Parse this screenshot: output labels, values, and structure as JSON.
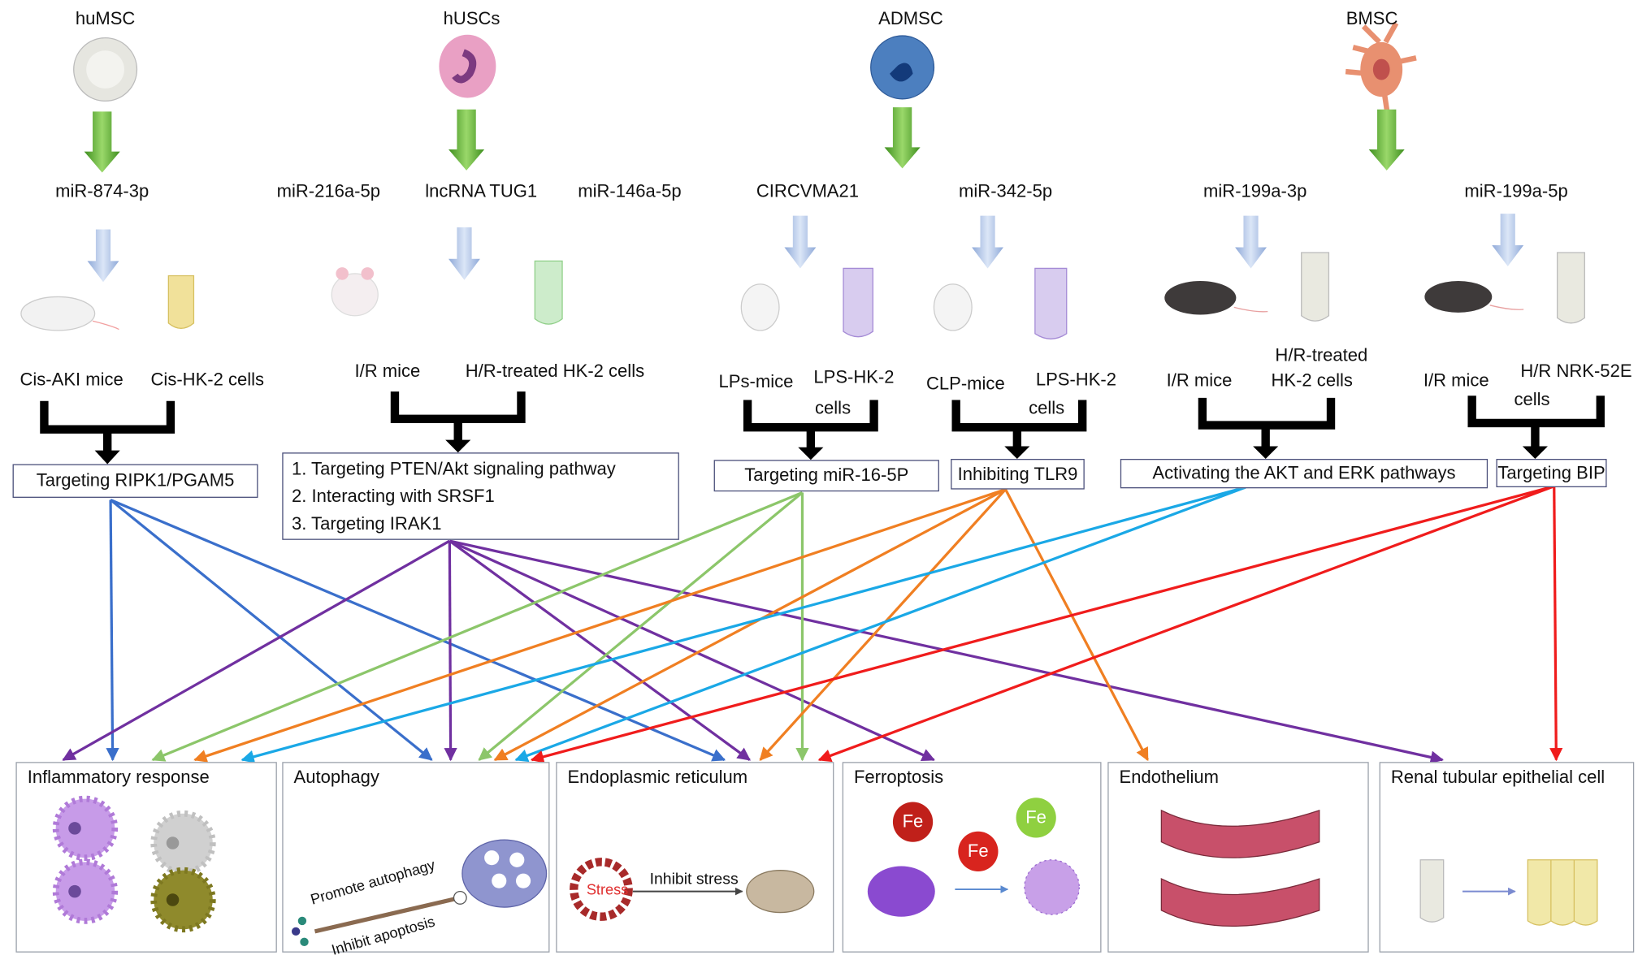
{
  "sources": [
    {
      "name": "huMSC",
      "color": "#e6e6e0"
    },
    {
      "name": "hUSCs",
      "color": "#e9a0c4"
    },
    {
      "name": "ADMSC",
      "color": "#4c7fbf"
    },
    {
      "name": "BMSC",
      "color": "#e89070"
    }
  ],
  "molecules": [
    "miR-874-3p",
    "miR-216a-5p",
    "lncRNA TUG1",
    "miR-146a-5p",
    "CIRCVMA21",
    "miR-342-5p",
    "miR-199a-3p",
    "miR-199a-5p"
  ],
  "models": {
    "g1": [
      "Cis-AKI mice",
      "Cis-HK-2 cells"
    ],
    "g2": [
      "I/R mice",
      "H/R-treated HK-2 cells"
    ],
    "g3": [
      "LPs-mice",
      "LPS-HK-2",
      "cells"
    ],
    "g4": [
      "CLP-mice",
      "LPS-HK-2",
      "cells"
    ],
    "g5": [
      "I/R mice",
      "H/R-treated",
      "HK-2 cells"
    ],
    "g6": [
      "I/R mice",
      "H/R NRK-52E",
      "cells"
    ]
  },
  "mechanisms": {
    "m1": "Targeting RIPK1/PGAM5",
    "m2": [
      "1. Targeting PTEN/Akt signaling pathway",
      "2. Interacting with SRSF1",
      "3. Targeting IRAK1"
    ],
    "m3": "Targeting miR-16-5P",
    "m4": "Inhibiting TLR9",
    "m5": "Activating the AKT and ERK pathways",
    "m6": "Targeting BIP"
  },
  "outcomes": [
    "Inflammatory response",
    "Autophagy",
    "Endoplasmic reticulum",
    "Ferroptosis",
    "Endothelium",
    "Renal tubular epithelial cell"
  ],
  "annotations": {
    "promote_autophagy": "Promote autophagy",
    "inhibit_apoptosis": "Inhibit apoptosis",
    "stress": "Stress",
    "inhibit_stress": "Inhibit stress",
    "fe": "Fe"
  },
  "link_colors": {
    "blue": "#3a6fcb",
    "purple": "#7030a0",
    "green": "#8cc66a",
    "orange": "#f07f22",
    "cyan": "#1aa8e6",
    "red": "#f01c1c"
  }
}
